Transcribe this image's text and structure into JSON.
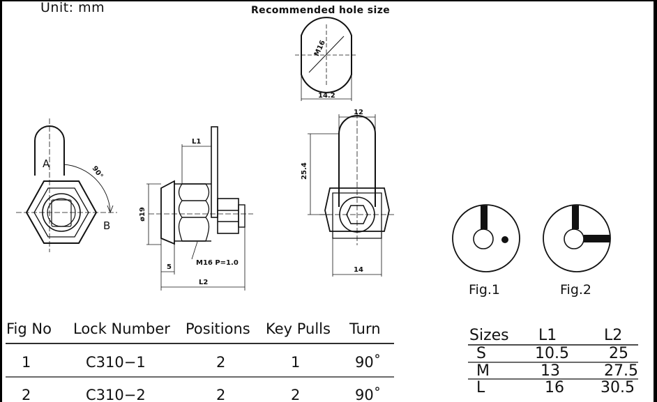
{
  "header": {
    "unit": "Unit:  mm",
    "recommended": "Recommended  hole  size"
  },
  "drawing": {
    "hole_diameter": "M16",
    "hole_flat": "14.2",
    "dim_12": "12",
    "dim_25_4": "25.4",
    "dim_14": "14",
    "dim_L1": "L1",
    "dim_L2": "L2",
    "dim_19": "ø19",
    "dim_5": "5",
    "thread": "M16  P=1.0",
    "angle": "90°",
    "pos_a": "A",
    "pos_b": "B"
  },
  "figures": {
    "fig1": "Fig.1",
    "fig2": "Fig.2"
  },
  "lock_table": {
    "headers": [
      "Fig No",
      "Lock Number",
      "Positions",
      "Key Pulls",
      "Turn"
    ],
    "rows": [
      [
        "1",
        "C310−1",
        "2",
        "1",
        "90˚"
      ],
      [
        "2",
        "C310−2",
        "2",
        "2",
        "90˚"
      ]
    ]
  },
  "size_table": {
    "headers": [
      "Sizes",
      "L1",
      "L2"
    ],
    "rows": [
      [
        "S",
        "10.5",
        "25"
      ],
      [
        "M",
        "13",
        "27.5"
      ],
      [
        "L",
        "16",
        "30.5"
      ]
    ]
  }
}
